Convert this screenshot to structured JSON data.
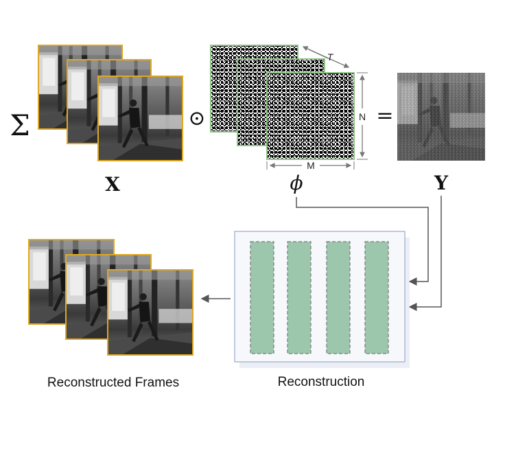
{
  "equation": {
    "sum_symbol": "Σ",
    "hadamard_symbol": "⊙",
    "equals_symbol": "=",
    "x_label": "X",
    "phi_label": "ϕ",
    "y_label": "Y",
    "dim_T": "T",
    "dim_N": "N",
    "dim_M": "M"
  },
  "captions": {
    "reconstructed": "Reconstructed Frames",
    "reconstruction": "Reconstruction"
  },
  "colors": {
    "frame_border": "#e0a820",
    "mask_border": "#8fc485",
    "block_fill": "#9cc7ad",
    "block_border": "#7a7a7a",
    "panel_border": "#aab8d6",
    "panel_fill": "#f7f8fb",
    "arrow": "#555555"
  }
}
